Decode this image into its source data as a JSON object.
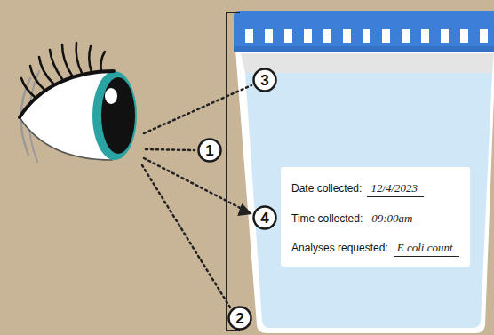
{
  "diagram": {
    "nodes": [
      {
        "text": [
          "3"
        ]
      },
      {
        "text": [
          "1"
        ]
      },
      {
        "text": [
          "Date collected:",
          "12/4/2023",
          "Time collected:",
          "09:00am",
          "Analyses requested:",
          "E coli count"
        ]
      },
      {
        "text": [
          "4"
        ]
      },
      {
        "text": [
          "2"
        ]
      }
    ]
  }
}
